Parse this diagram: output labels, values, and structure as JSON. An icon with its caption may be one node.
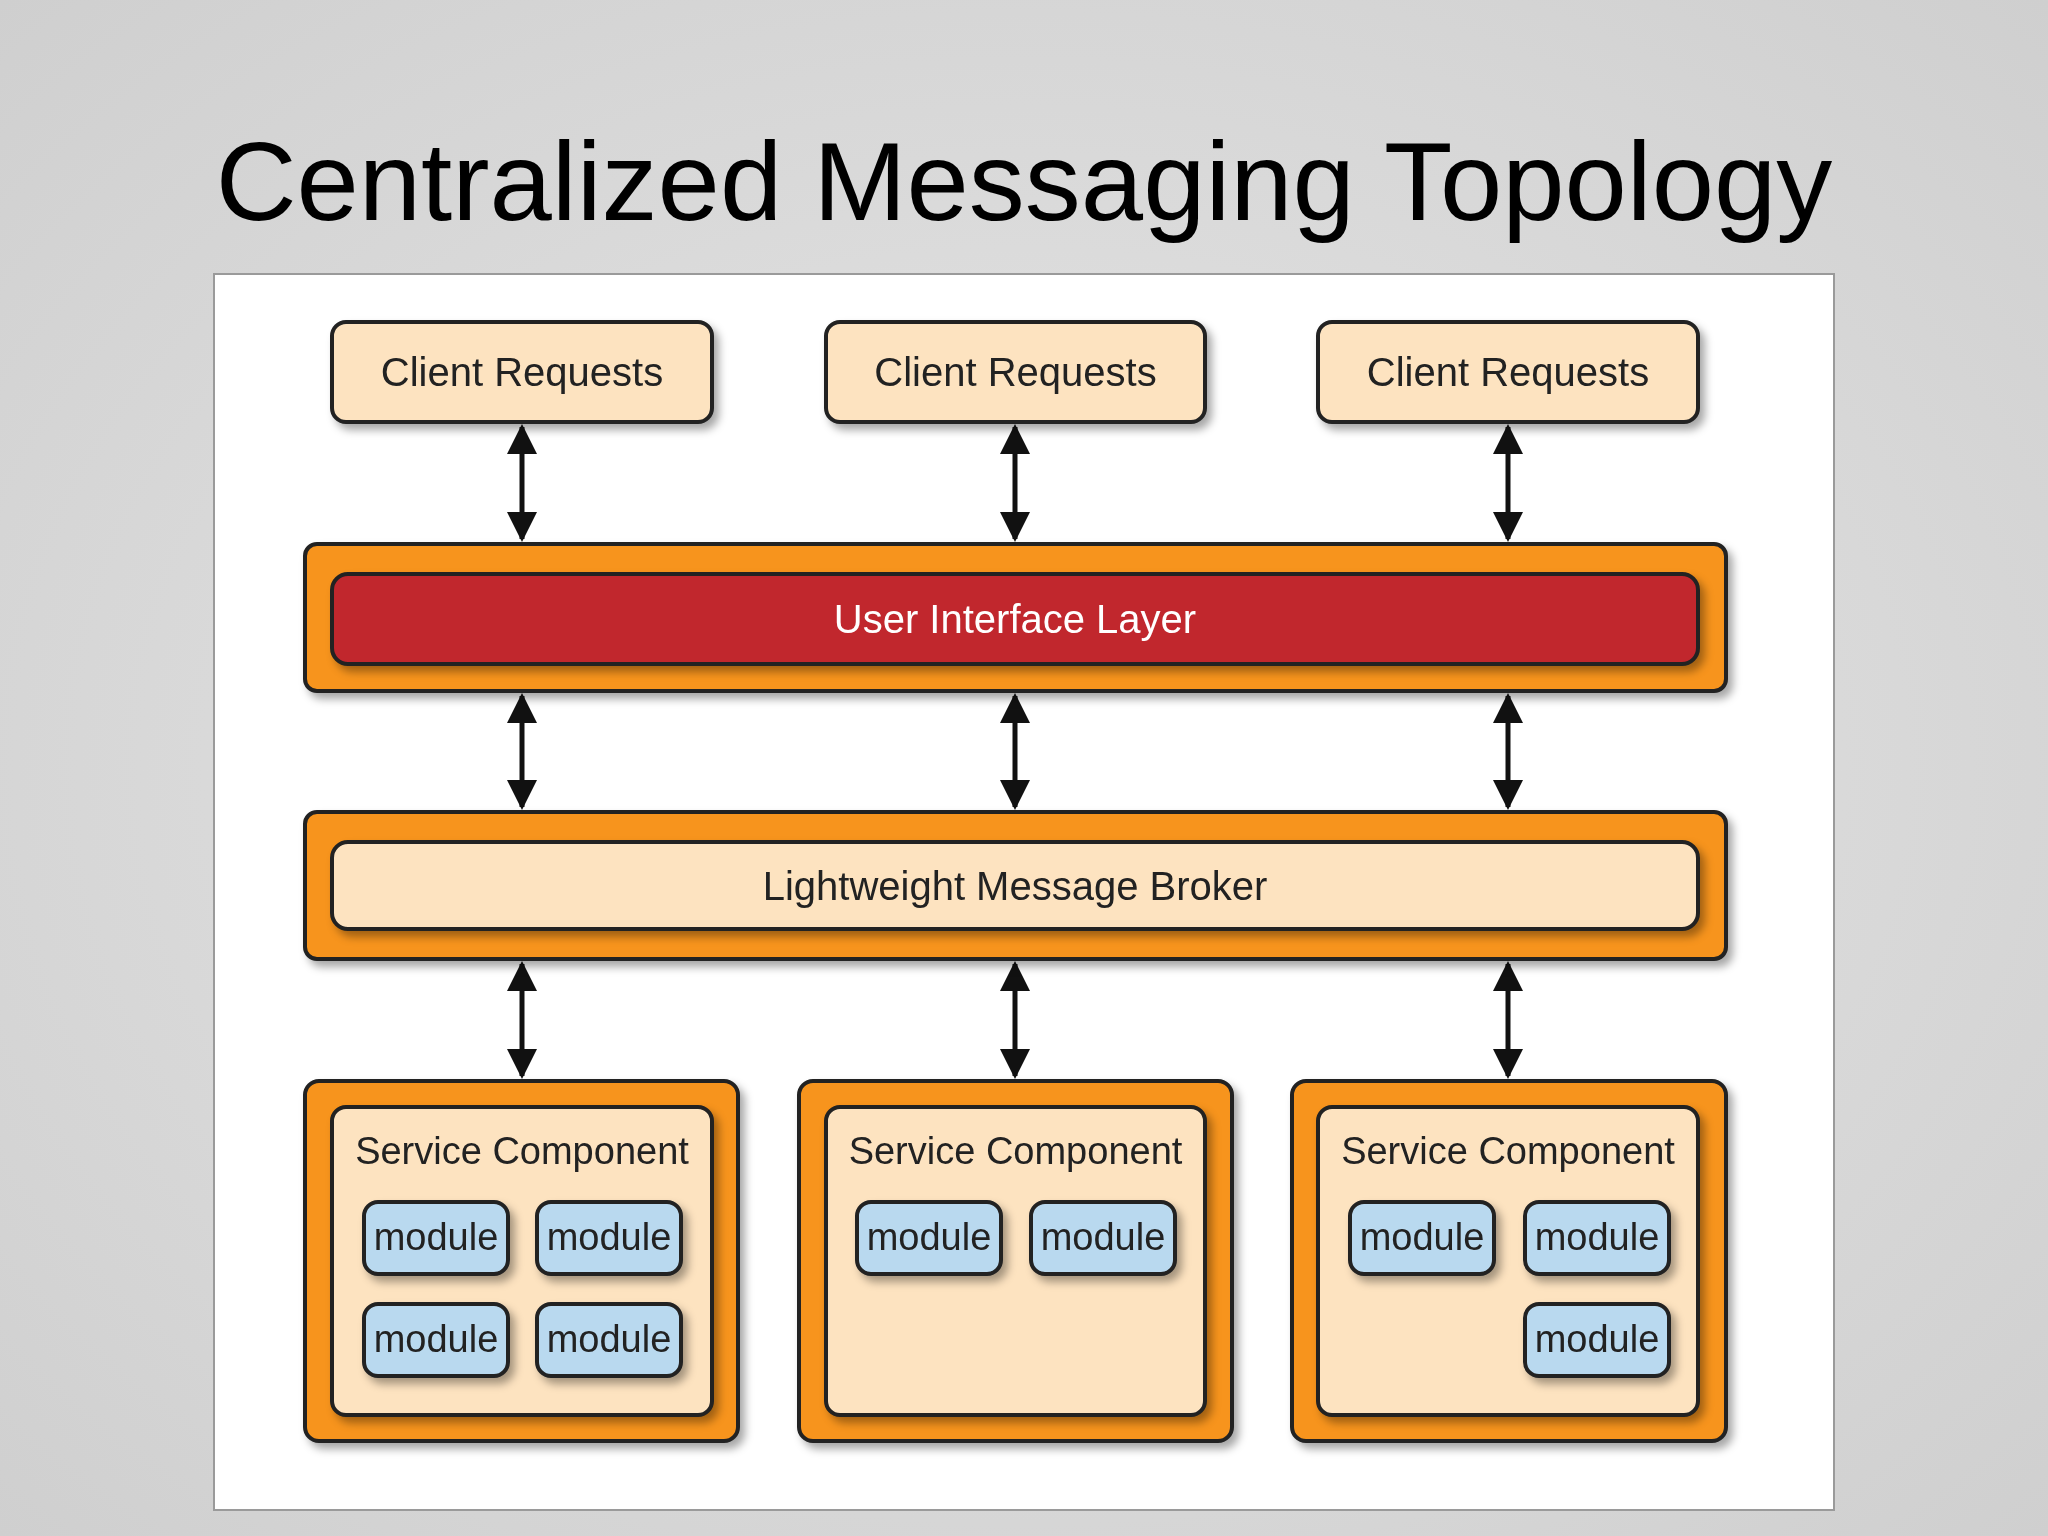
{
  "diagram": {
    "title": "Centralized Messaging Topology",
    "nodes": [
      {
        "text": [
          "Client Requests"
        ]
      },
      {
        "text": [
          "Client Requests"
        ]
      },
      {
        "text": [
          "Client Requests"
        ]
      },
      {
        "text": [],
        "shape": "box"
      },
      {
        "text": [
          "User Interface Layer"
        ],
        "in": 3
      },
      {
        "text": [],
        "shape": "box"
      },
      {
        "text": [
          "Lightweight Message Broker"
        ],
        "in": 5
      },
      {
        "text": [],
        "shape": "box"
      },
      {
        "text": [
          "Service Component"
        ],
        "in": 7
      },
      {
        "text": [
          "module"
        ],
        "in": 8
      },
      {
        "text": [
          "module"
        ],
        "in": 8
      },
      {
        "text": [
          "module"
        ],
        "in": 8
      },
      {
        "text": [
          "module"
        ],
        "in": 8
      },
      {
        "text": [],
        "shape": "box"
      },
      {
        "text": [
          "Service Component"
        ],
        "in": 13
      },
      {
        "text": [
          "module"
        ],
        "in": 14
      },
      {
        "text": [
          "module"
        ],
        "in": 14
      },
      {
        "text": [],
        "shape": "box"
      },
      {
        "text": [
          "Service Component"
        ],
        "in": 17
      },
      {
        "text": [
          "module"
        ],
        "in": 18
      },
      {
        "text": [
          "module"
        ],
        "in": 18
      },
      {
        "text": [
          "module"
        ],
        "in": 18
      }
    ],
    "edges": [
      {
        "from": 0,
        "to": 3,
        "arrow": "both"
      },
      {
        "from": 1,
        "to": 3,
        "arrow": "both"
      },
      {
        "from": 2,
        "to": 3,
        "arrow": "both"
      },
      {
        "from": 3,
        "to": 5,
        "arrow": "both"
      },
      {
        "from": 3,
        "to": 5,
        "arrow": "both"
      },
      {
        "from": 3,
        "to": 5,
        "arrow": "both"
      },
      {
        "from": 5,
        "to": 7,
        "arrow": "both"
      },
      {
        "from": 5,
        "to": 13,
        "arrow": "both"
      },
      {
        "from": 5,
        "to": 17,
        "arrow": "both"
      }
    ]
  }
}
